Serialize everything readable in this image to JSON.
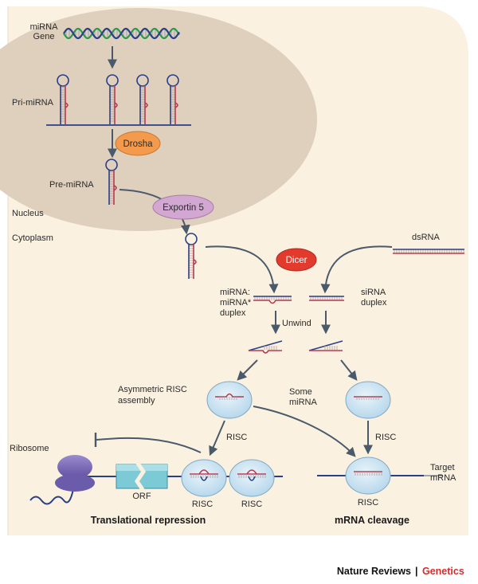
{
  "labels": {
    "mirna_gene": [
      "miRNA",
      "Gene"
    ],
    "pri_mirna": "Pri-miRNA",
    "pre_mirna": "Pre-miRNA",
    "nucleus": "Nucleus",
    "cytoplasm": "Cytoplasm",
    "mirna_duplex": [
      "miRNA:",
      "miRNA*",
      "duplex"
    ],
    "sirna_duplex": [
      "siRNA",
      "duplex"
    ],
    "dsrna": "dsRNA",
    "unwind": "Unwind",
    "asym_risc": [
      "Asymmetric RISC",
      "assembly"
    ],
    "some_mirna": [
      "Some",
      "miRNA"
    ],
    "risc_left": "RISC",
    "risc_right": "RISC",
    "ribosome": "Ribosome",
    "orf": "ORF",
    "risc_bottom_1": "RISC",
    "risc_bottom_2": "RISC",
    "risc_bottom_3": "RISC",
    "target_mrna": [
      "Target",
      "mRNA"
    ]
  },
  "enzymes": {
    "drosha": "Drosha",
    "exportin": "Exportin 5",
    "dicer": "Dicer"
  },
  "captions": {
    "translational": "Translational repression",
    "cleavage": "mRNA cleavage"
  },
  "footer": {
    "journal": "Nature Reviews",
    "separator": "|",
    "section": "Genetics"
  },
  "colors": {
    "cell": "#fbf1e0",
    "nucleus": "#dfd0be",
    "drosha": "#f39a4c",
    "exportin": "#d2a8d2",
    "dicer": "#e23a2d",
    "risc": "#cfe6f3",
    "rna_blue": "#2a3f86",
    "rna_red": "#b43a52",
    "ribosome": "#7b6cb3",
    "orf": "#5cb8c8",
    "genetics_red": "#d62b2b"
  }
}
